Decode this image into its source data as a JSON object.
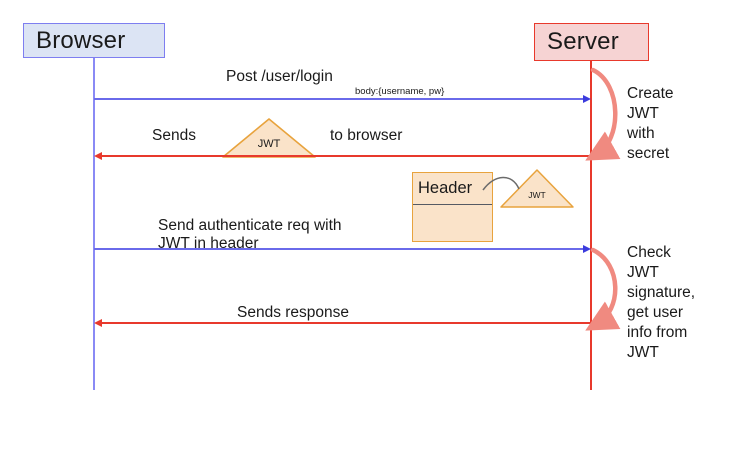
{
  "diagram": {
    "title": "JWT authentication sequence",
    "colors": {
      "browser_fill": "#dce4f4",
      "browser_stroke": "#7e7ef0",
      "server_fill": "#f6d3d3",
      "server_stroke": "#e8392c",
      "jwt_fill": "#fae3c9",
      "jwt_stroke": "#e8a33d",
      "blue_arrow": "#6a6aea",
      "red_arrow": "#e8392c",
      "connector_gray": "#6b6b6b"
    },
    "actors": [
      {
        "id": "browser",
        "label": "Browser"
      },
      {
        "id": "server",
        "label": "Server"
      }
    ],
    "messages": [
      {
        "id": "post-login",
        "direction": "browser-to-server",
        "label": "Post /user/login",
        "sublabel": "body:{username, pw}"
      },
      {
        "id": "sends-jwt",
        "direction": "server-to-browser",
        "label_before": "Sends",
        "label_after": "to browser",
        "token_label": "JWT"
      },
      {
        "id": "authenticate-req",
        "direction": "browser-to-server",
        "label_line1": "Send authenticate req with",
        "label_line2": "JWT in header",
        "header_box_label": "Header",
        "header_token_label": "JWT"
      },
      {
        "id": "sends-response",
        "direction": "server-to-browser",
        "label": "Sends response"
      }
    ],
    "server_activities": [
      {
        "id": "create-jwt",
        "text": "Create\nJWT\nwith\nsecret"
      },
      {
        "id": "check-jwt",
        "text": "Check\nJWT\nsignature,\nget user\ninfo from\nJWT"
      }
    ]
  }
}
